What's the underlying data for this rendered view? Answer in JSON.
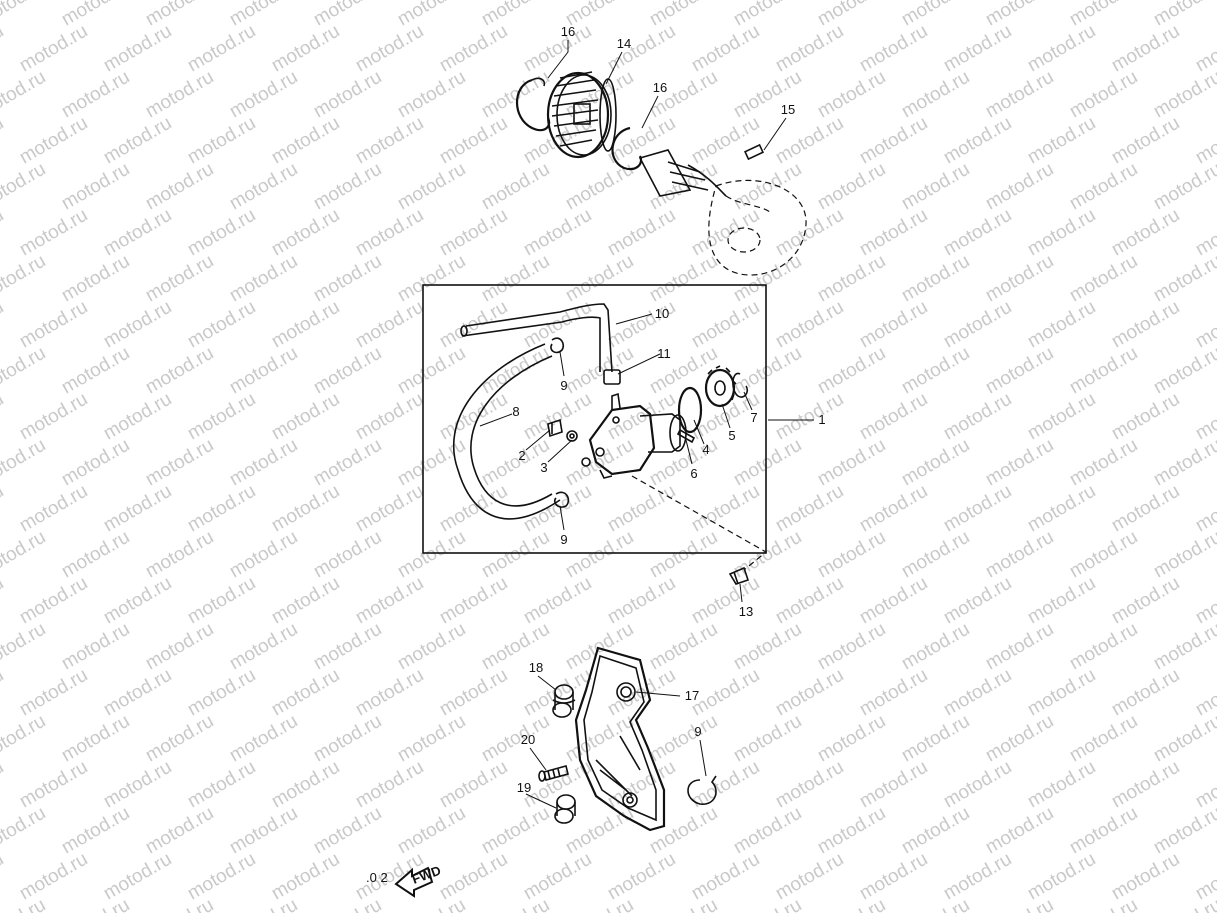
{
  "diagram": {
    "watermark": "motod.ru",
    "fwd_label": "FWD",
    "corner_mark": ".0 2",
    "callouts": [
      {
        "id": "c16a",
        "label": "16"
      },
      {
        "id": "c14",
        "label": "14"
      },
      {
        "id": "c16b",
        "label": "16"
      },
      {
        "id": "c15",
        "label": "15"
      },
      {
        "id": "c10",
        "label": "10"
      },
      {
        "id": "c11",
        "label": "11"
      },
      {
        "id": "c9a",
        "label": "9"
      },
      {
        "id": "c8",
        "label": "8"
      },
      {
        "id": "c2",
        "label": "2"
      },
      {
        "id": "c3",
        "label": "3"
      },
      {
        "id": "c4",
        "label": "4"
      },
      {
        "id": "c5",
        "label": "5"
      },
      {
        "id": "c6",
        "label": "6"
      },
      {
        "id": "c7",
        "label": "7"
      },
      {
        "id": "c1",
        "label": "1"
      },
      {
        "id": "c9b",
        "label": "9"
      },
      {
        "id": "c13",
        "label": "13"
      },
      {
        "id": "c18",
        "label": "18"
      },
      {
        "id": "c17",
        "label": "17"
      },
      {
        "id": "c9c",
        "label": "9"
      },
      {
        "id": "c20",
        "label": "20"
      },
      {
        "id": "c19",
        "label": "19"
      }
    ]
  }
}
